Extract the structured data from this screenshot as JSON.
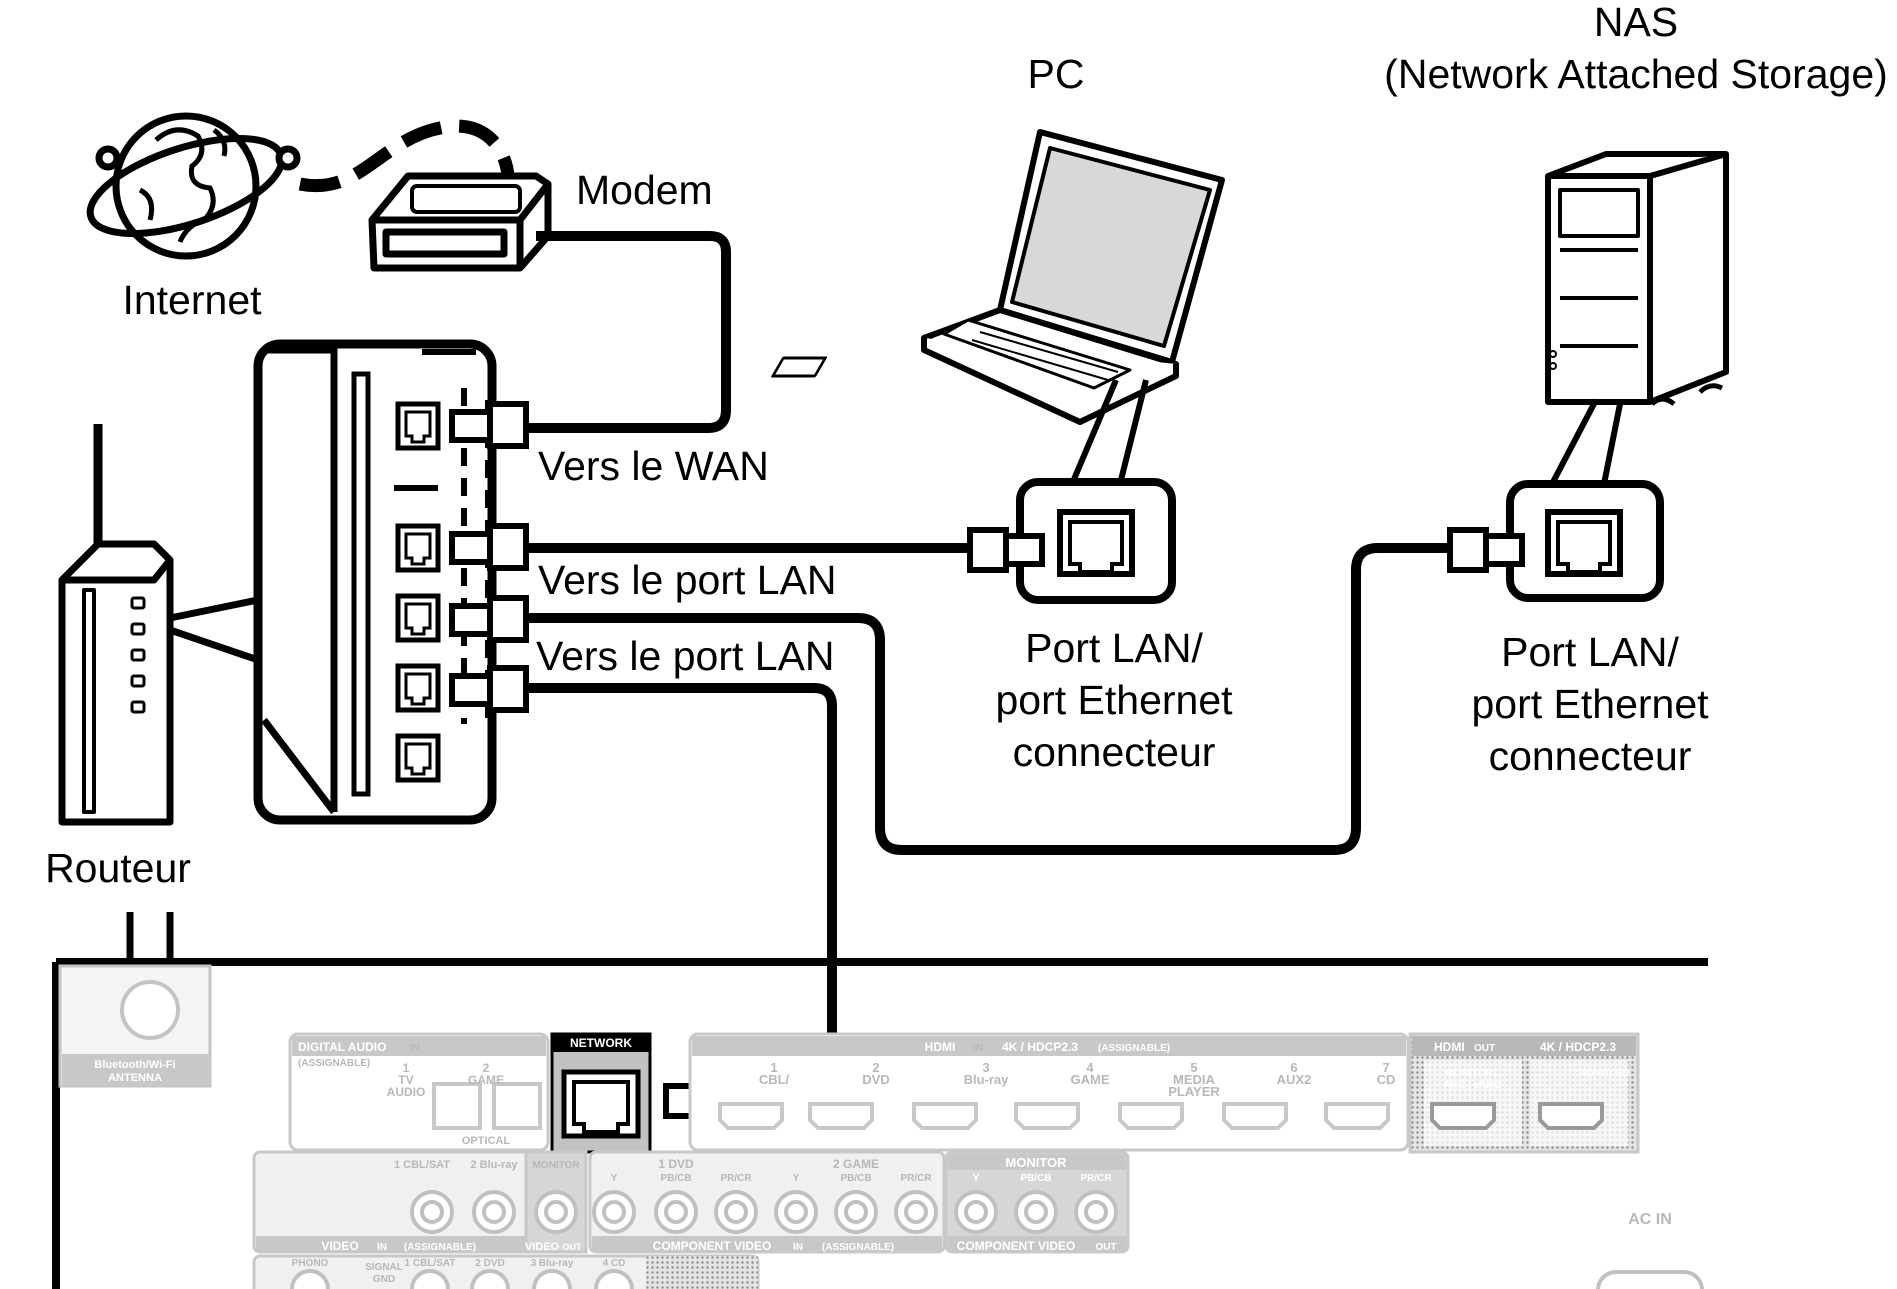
{
  "labels": {
    "nas_title": "NAS",
    "nas_subtitle": "(Network Attached Storage)",
    "pc": "PC",
    "modem": "Modem",
    "internet": "Internet",
    "router": "Routeur",
    "to_wan": "Vers le WAN",
    "to_lan_1": "Vers le port LAN",
    "to_lan_2": "Vers le port LAN",
    "pc_port": [
      "Port LAN/",
      "port Ethernet",
      "connecteur"
    ],
    "nas_port": [
      "Port LAN/",
      "port Ethernet",
      "connecteur"
    ]
  },
  "rear_panel": {
    "antenna": [
      "Bluetooth/Wi-Fi",
      "ANTENNA"
    ],
    "digital_audio": "DIGITAL AUDIO",
    "digital_audio_in": "IN",
    "assignable": "(ASSIGNABLE)",
    "tv_audio": [
      "1",
      "TV",
      "AUDIO"
    ],
    "game_optical": [
      "2",
      "GAME"
    ],
    "optical": "OPTICAL",
    "network": "NETWORK",
    "hdmi_in": "HDMI",
    "hdmi_in_badge": "IN",
    "hdmi_spec": "4K / HDCP2.3",
    "hdmi_assignable": "(ASSIGNABLE)",
    "hdmi_inputs": [
      {
        "num": "1",
        "name": "CBL/"
      },
      {
        "num": "2",
        "name": "DVD"
      },
      {
        "num": "3",
        "name": "Blu-ray"
      },
      {
        "num": "4",
        "name": "GAME"
      },
      {
        "num": "5",
        "name": "MEDIA",
        "name2": "PLAYER"
      },
      {
        "num": "6",
        "name": "AUX2"
      },
      {
        "num": "7",
        "name": "CD"
      }
    ],
    "hdmi_out": "HDMI",
    "hdmi_out_badge": "OUT",
    "hdmi_out_spec": "4K / HDCP2.3",
    "monitor1": [
      "MONITOR1",
      "ARC / eARC"
    ],
    "monitor2": "MONITOR2",
    "video_inputs": [
      "1 CBL/SAT",
      "2 Blu-ray"
    ],
    "monitor_label": "MONITOR",
    "video_label": "VIDEO",
    "video_in_badge": "IN",
    "video_assignable": "(ASSIGNABLE)",
    "video_out_label": "VIDEO",
    "video_out_badge": "OUT",
    "comp_groups": [
      "1 DVD",
      "2 GAME"
    ],
    "comp_ch": [
      "Y",
      "PB/CB",
      "PR/CR"
    ],
    "comp_monitor": "MONITOR",
    "comp_video_in": "COMPONENT VIDEO",
    "comp_in_badge": "IN",
    "comp_assignable": "(ASSIGNABLE)",
    "comp_video_out": "COMPONENT VIDEO",
    "comp_out_badge": "OUT",
    "ac_in": "AC IN",
    "phono": "PHONO",
    "signal_gnd": [
      "SIGNAL",
      "GND"
    ],
    "audio_inputs": [
      "1 CBL/SAT",
      "2 DVD",
      "3 Blu-ray",
      "4 CD"
    ]
  }
}
